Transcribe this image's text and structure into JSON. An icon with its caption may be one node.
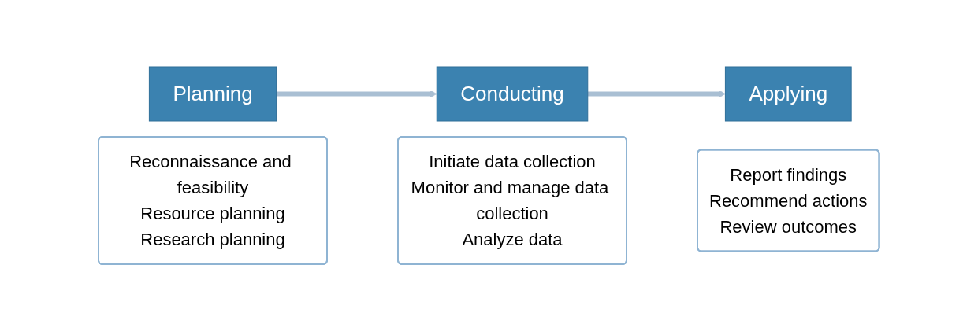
{
  "diagram": {
    "nodes": [
      {
        "text": [
          "Planning"
        ]
      },
      {
        "text": [
          "Reconnaissance and feasibility",
          "Resource planning",
          "Research planning"
        ]
      },
      {
        "text": [
          "Conducting"
        ]
      },
      {
        "text": [
          "Initiate data collection",
          "Monitor and manage data collection",
          "Analyze data"
        ]
      },
      {
        "text": [
          "Applying"
        ]
      },
      {
        "text": [
          "Report findings",
          "Recommend actions",
          "Review outcomes"
        ]
      }
    ],
    "edges": [
      {
        "from": 0,
        "to": 2,
        "arrow": "to"
      },
      {
        "from": 2,
        "to": 4,
        "arrow": "to"
      }
    ]
  }
}
